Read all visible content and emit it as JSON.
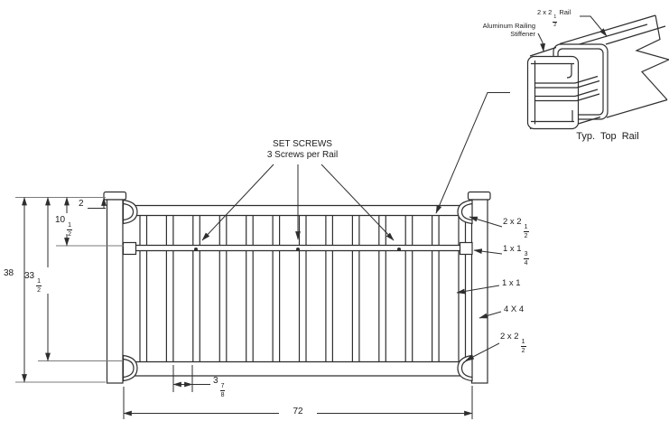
{
  "colors": {
    "line": "#2e2e2e",
    "extension_line": "#7b7b7b",
    "text": "#1c1c1c",
    "background": "#ffffff"
  },
  "annotations": {
    "set_screws": {
      "line1": "SET SCREWS",
      "line2": "3 Screws per Rail"
    },
    "right_labels": {
      "top_rail": {
        "pre": "2 x 2",
        "num": "1",
        "den": "2"
      },
      "mid_rail": {
        "pre": "1 x 1",
        "num": "3",
        "den": "4"
      },
      "picket": "1 x 1",
      "post": "4 X 4",
      "bottom_rail": {
        "pre": "2 x 2",
        "num": "1",
        "den": "2"
      }
    }
  },
  "dimensions": {
    "overall_height": "38",
    "to_bottom_rail": {
      "pre": "33",
      "num": "1",
      "den": "2"
    },
    "to_mid_rail": {
      "pre": "10",
      "num": "1",
      "den": "2"
    },
    "top_rail_height": "2",
    "picket_gap": {
      "pre": "3",
      "num": "7",
      "den": "8"
    },
    "overall_width": "72"
  },
  "detail_view": {
    "rail_label": {
      "pre": "2 x 2",
      "num": "1",
      "den": "2",
      "post": "Rail"
    },
    "stiffener_label": {
      "line1": "Aluminum Railing",
      "line2": "Stiffener"
    },
    "caption": "Typ. Top Rail"
  }
}
